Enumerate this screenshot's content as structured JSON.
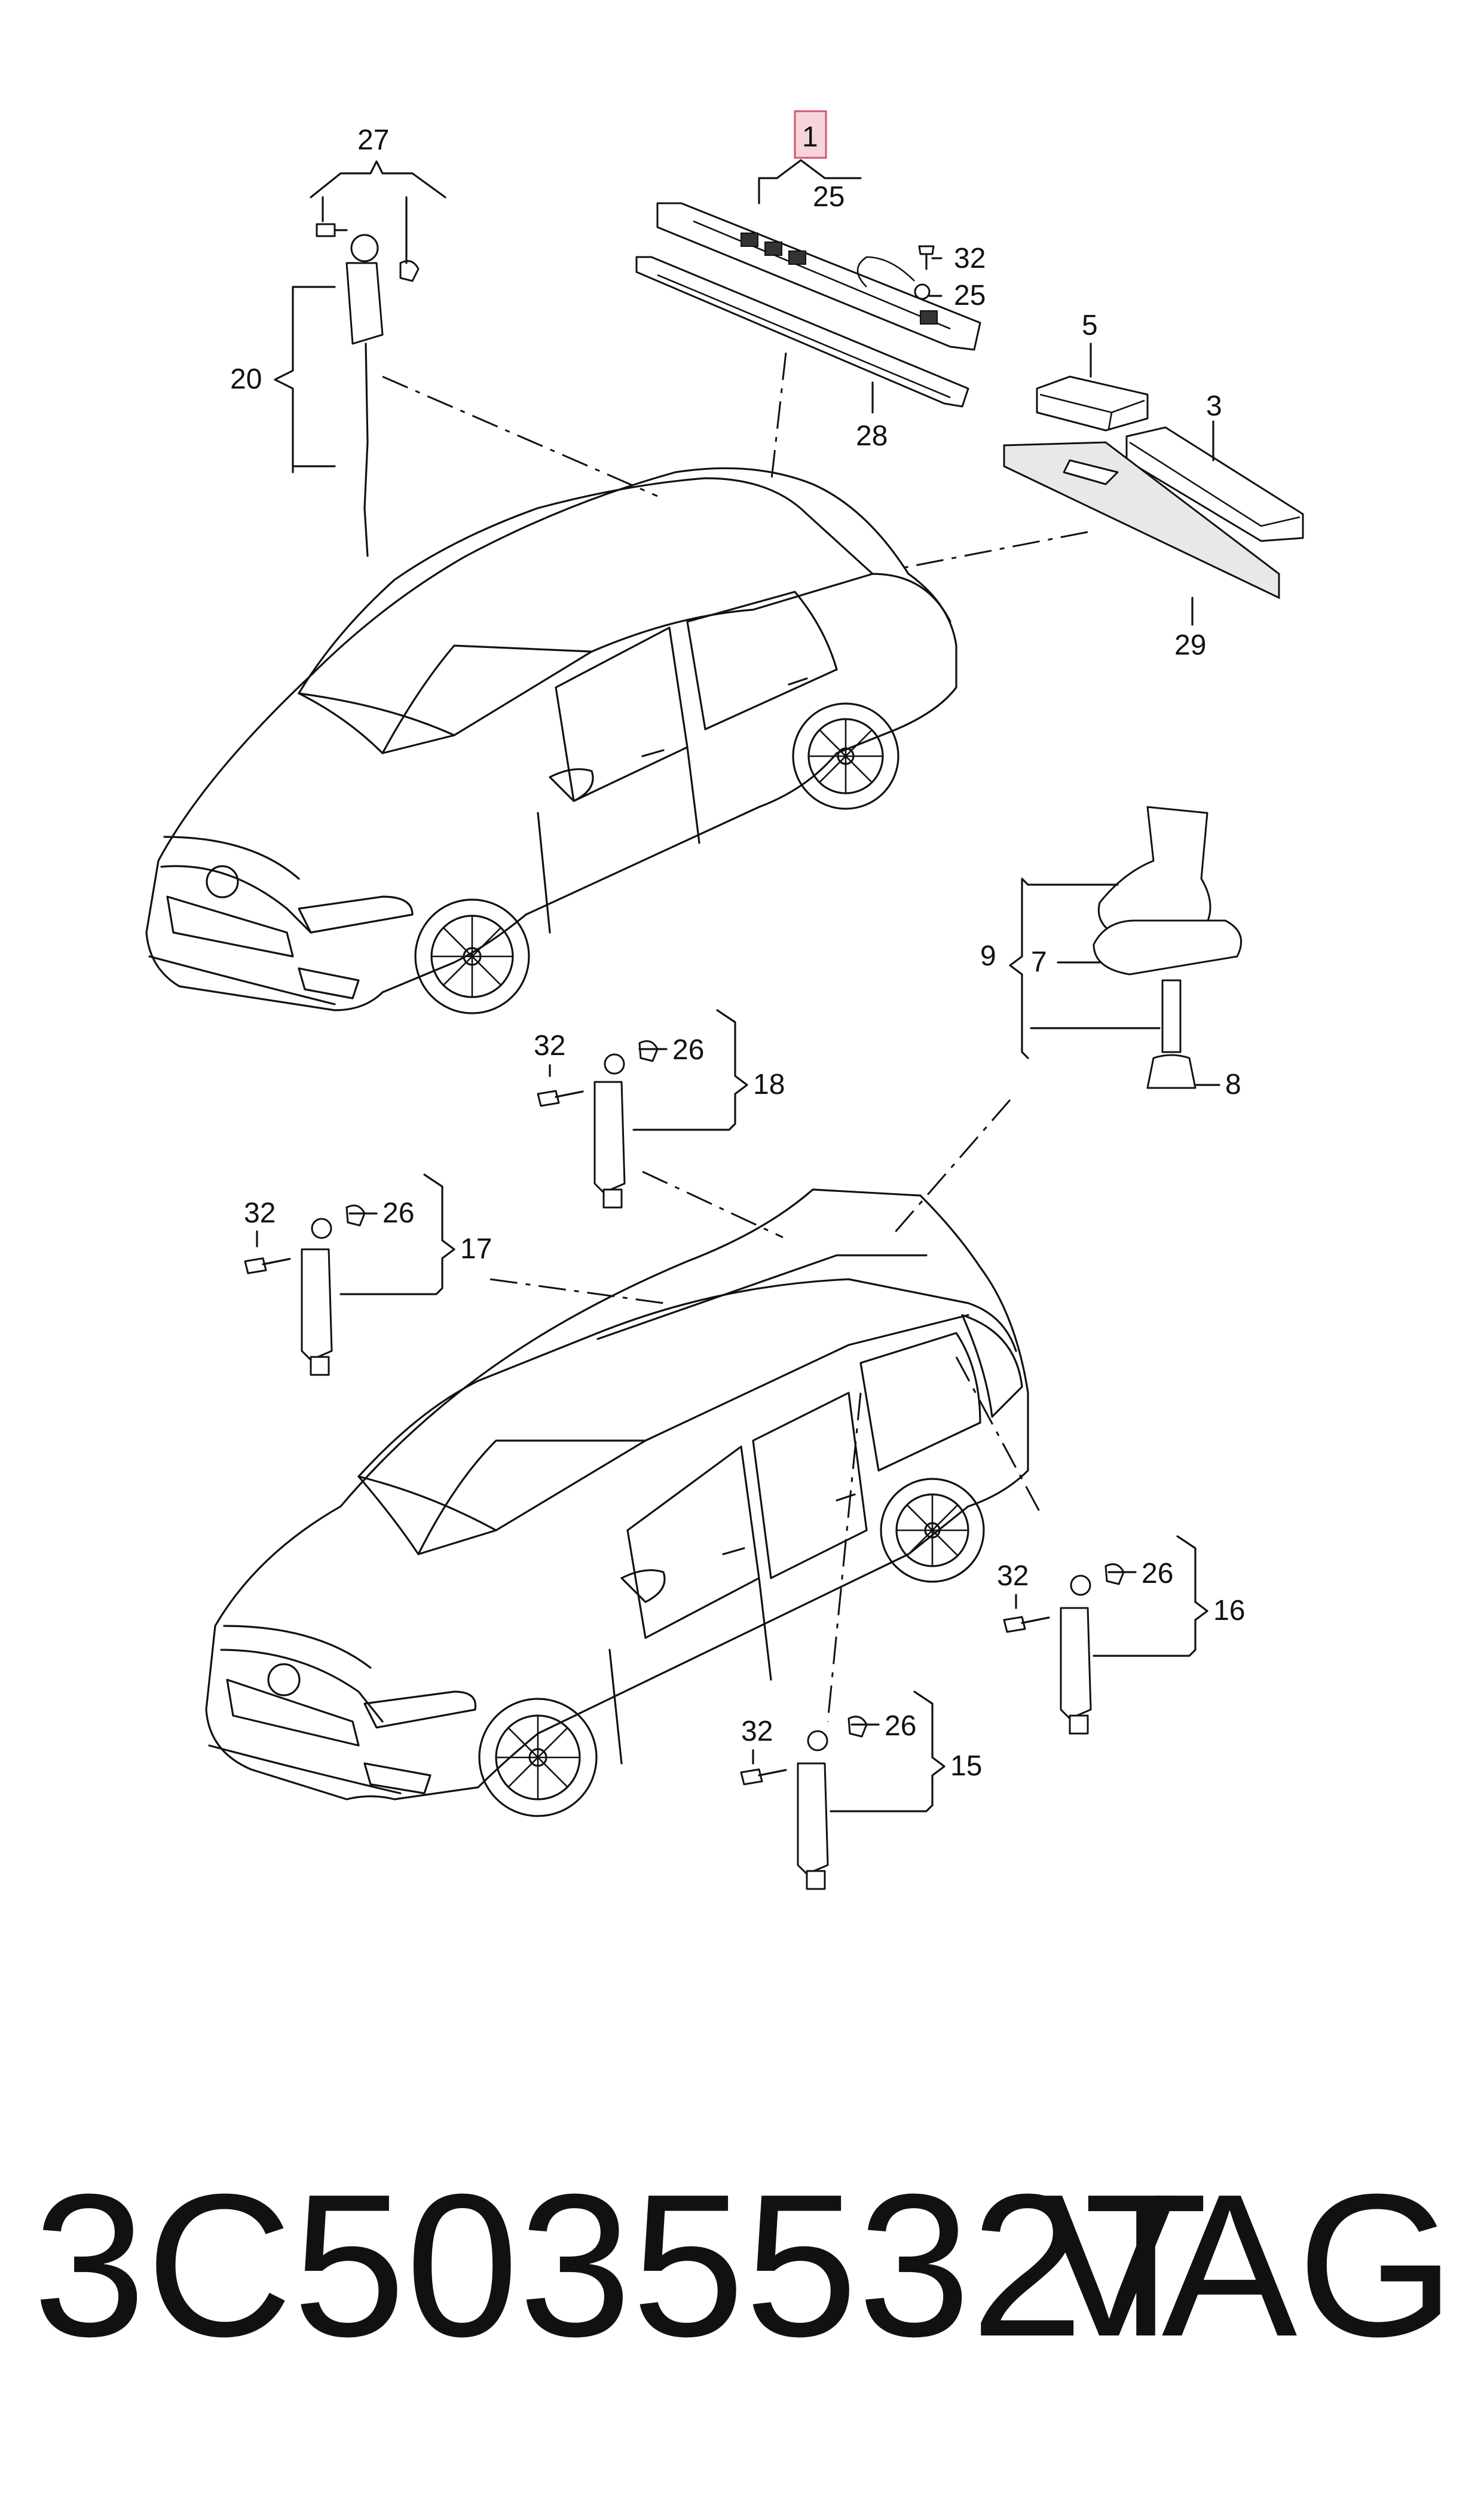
{
  "callouts": [
    {
      "id": "c1",
      "text": "1",
      "highlighted": true
    },
    {
      "id": "c25a",
      "text": "25"
    },
    {
      "id": "c27",
      "text": "27"
    },
    {
      "id": "c20",
      "text": "20"
    },
    {
      "id": "c32a",
      "text": "32"
    },
    {
      "id": "c25b",
      "text": "25"
    },
    {
      "id": "c5",
      "text": "5"
    },
    {
      "id": "c3",
      "text": "3"
    },
    {
      "id": "c28",
      "text": "28"
    },
    {
      "id": "c29",
      "text": "29"
    },
    {
      "id": "c9",
      "text": "9"
    },
    {
      "id": "c7",
      "text": "7"
    },
    {
      "id": "c8",
      "text": "8"
    },
    {
      "id": "c32b",
      "text": "32"
    },
    {
      "id": "c26a",
      "text": "26"
    },
    {
      "id": "c18",
      "text": "18"
    },
    {
      "id": "c32c",
      "text": "32"
    },
    {
      "id": "c26b",
      "text": "26"
    },
    {
      "id": "c17",
      "text": "17"
    },
    {
      "id": "c32d",
      "text": "32"
    },
    {
      "id": "c26c",
      "text": "26"
    },
    {
      "id": "c16",
      "text": "16"
    },
    {
      "id": "c32e",
      "text": "32"
    },
    {
      "id": "c26d",
      "text": "26"
    },
    {
      "id": "c15",
      "text": "15"
    }
  ],
  "footer": {
    "part_number": "3C5035532T",
    "brand": "VAG"
  },
  "colors": {
    "line": "#111111",
    "highlight_fill": "#f6d5da",
    "highlight_stroke": "#d4556b"
  }
}
